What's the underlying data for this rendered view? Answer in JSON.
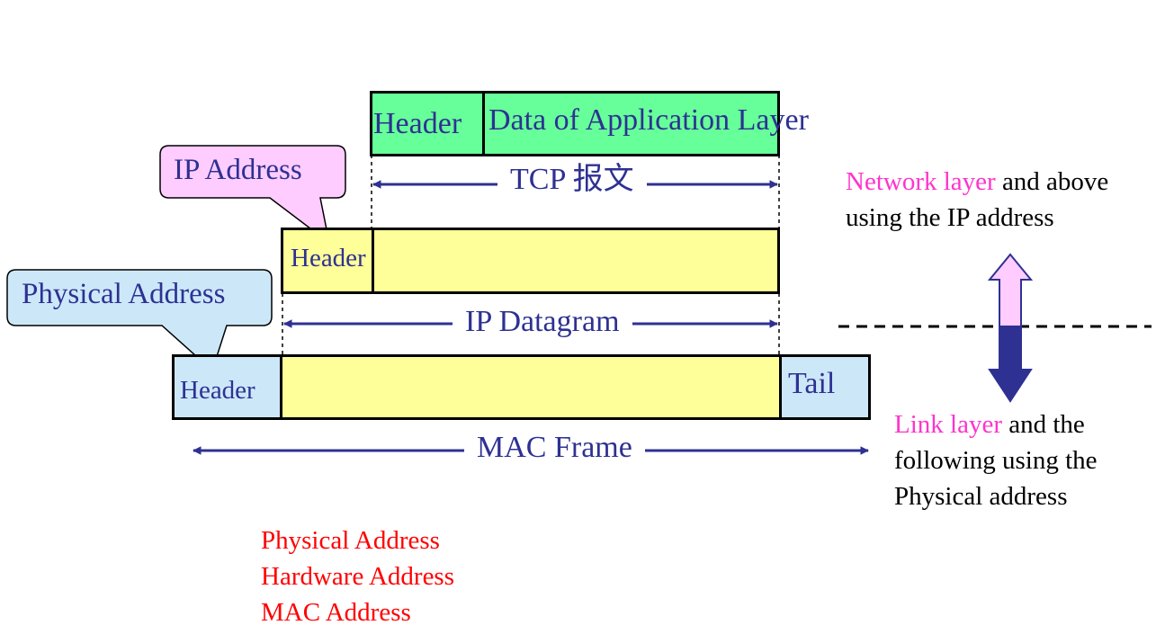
{
  "tcp_segment": {
    "header_label": "Header",
    "data_label": "Data of Application Layer",
    "span_label": "TCP 报文"
  },
  "ip_datagram": {
    "header_label": "Header",
    "span_label": "IP Datagram",
    "callout": "IP Address"
  },
  "mac_frame": {
    "header_label": "Header",
    "tail_label": "Tail",
    "span_label": "MAC Frame",
    "callout": "Physical Address"
  },
  "network_note": {
    "highlight": "Network layer",
    "rest_line1": " and above",
    "line2": "using the IP address"
  },
  "link_note": {
    "highlight": "Link layer",
    "rest_line1": " and the",
    "line2": "following using the",
    "line3": "Physical address"
  },
  "aliases": [
    "Physical Address",
    "Hardware Address",
    "MAC Address"
  ],
  "colors": {
    "tcp_fill": "#66ff99",
    "ip_fill": "#ffff99",
    "mac_header_fill": "#cce8f8",
    "ip_callout_fill": "#ffccff",
    "phys_callout_fill": "#cce8f8",
    "label_blue": "#2e3192",
    "highlight_pink": "#ff33cc",
    "alias_red": "#ff0000",
    "arrow_pink": "#ffccff",
    "arrow_navy": "#2e3192"
  }
}
